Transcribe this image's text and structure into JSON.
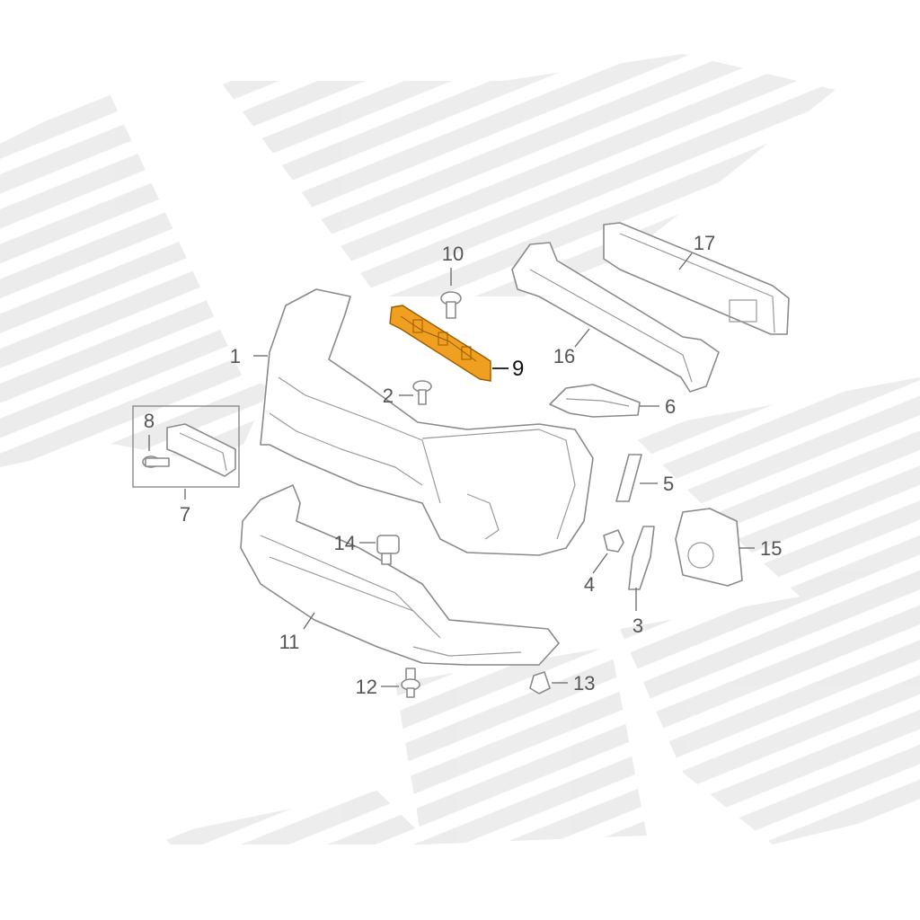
{
  "diagram": {
    "highlight_color": "#f0a020",
    "watermark_color": "#e6e6e6",
    "callouts": [
      {
        "id": "1",
        "label": "1"
      },
      {
        "id": "2",
        "label": "2"
      },
      {
        "id": "3",
        "label": "3"
      },
      {
        "id": "4",
        "label": "4"
      },
      {
        "id": "5",
        "label": "5"
      },
      {
        "id": "6",
        "label": "6"
      },
      {
        "id": "7",
        "label": "7"
      },
      {
        "id": "8",
        "label": "8"
      },
      {
        "id": "9",
        "label": "9",
        "highlighted": true
      },
      {
        "id": "10",
        "label": "10"
      },
      {
        "id": "11",
        "label": "11"
      },
      {
        "id": "12",
        "label": "12"
      },
      {
        "id": "13",
        "label": "13"
      },
      {
        "id": "14",
        "label": "14"
      },
      {
        "id": "15",
        "label": "15"
      },
      {
        "id": "16",
        "label": "16"
      },
      {
        "id": "17",
        "label": "17"
      }
    ]
  }
}
